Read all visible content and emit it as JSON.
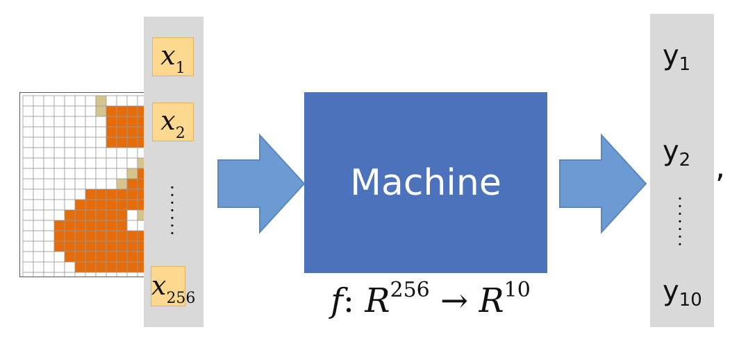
{
  "inputs": [
    {
      "base": "x",
      "sub": "1"
    },
    {
      "base": "x",
      "sub": "2"
    },
    {
      "base": "x",
      "sub": "256"
    }
  ],
  "machine": {
    "label": "Machine"
  },
  "formula": {
    "f": "f",
    "colon": ":",
    "domain": "R",
    "domain_exp": "256",
    "arrow": "→",
    "codomain": "R",
    "codomain_exp": "10"
  },
  "outputs": [
    {
      "base": "y",
      "sub": "1"
    },
    {
      "base": "y",
      "sub": "2"
    },
    {
      "base": "y",
      "sub": "10"
    }
  ],
  "trailing_comma": ",",
  "colors": {
    "digit_fill": "#e46c0a",
    "partial_fill": "#d6c58b",
    "machine": "#4c72bc",
    "arrow": "#6b9bd2",
    "input_cell": "#fcd98f",
    "column_bg": "#d9d9d9"
  }
}
